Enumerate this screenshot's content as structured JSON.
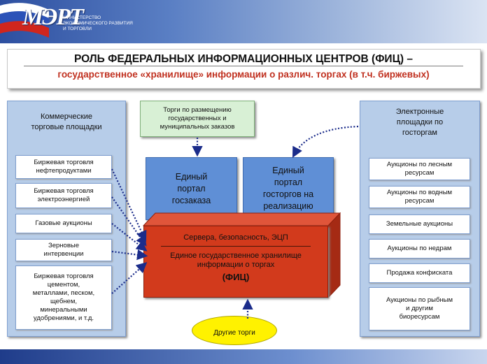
{
  "header": {
    "logo_text": "МЭРТ",
    "ministry_lines": [
      "МИНИСТЕРСТВО",
      "ЭКОНОМИЧЕСКОГО РАЗВИТИЯ",
      "И ТОРГОВЛИ"
    ]
  },
  "title": {
    "line1": "РОЛЬ ФЕДЕРАЛЬНЫХ ИНФОРМАЦИОННЫХ ЦЕНТРОВ (ФИЦ) –",
    "line2": "государственное «хранилище» информации о различ. торгах (в т.ч. биржевых)"
  },
  "left_panel": {
    "title": [
      "Коммерческие",
      "торговые площадки"
    ],
    "items": [
      [
        "Биржевая торговля",
        "нефтепродуктами"
      ],
      [
        "Биржевая торговля",
        "электроэнергией"
      ],
      [
        "Газовые аукционы"
      ],
      [
        "Зерновые",
        "интервенции"
      ],
      [
        "Биржевая торговля",
        "цементом,",
        "металлами, песком,",
        "щебнем,",
        "минеральными",
        "удобрениями, и т.д."
      ]
    ]
  },
  "right_panel": {
    "title": [
      "Электронные",
      "площадки по",
      "госторгам"
    ],
    "items": [
      [
        "Аукционы по лесным",
        "ресурсам"
      ],
      [
        "Аукционы по водным",
        "ресурсам"
      ],
      [
        "Земельные аукционы"
      ],
      [
        "Аукционы по недрам"
      ],
      [
        "Продажа конфиската"
      ],
      [
        "Аукционы по рыбным",
        "и другим",
        "биоресурсам"
      ]
    ]
  },
  "top_box": [
    "Торги по размещению",
    "государственных и",
    "муниципальных заказов"
  ],
  "portal_left": [
    "Единый",
    "портал",
    "госзаказа"
  ],
  "portal_right": [
    "Единый",
    "портал",
    "госторгов на",
    "реализацию"
  ],
  "center": {
    "servers": "Сервера, безопасность, ЭЦП",
    "storage": [
      "Единое государственное хранилище",
      "информации о торгах"
    ],
    "abbr": "(ФИЦ)"
  },
  "other": "Другие торги",
  "colors": {
    "accent_red": "#d23a1c",
    "panel_blue": "#b7cde9",
    "portal_blue": "#5f8fd6",
    "title_red": "#c0301f"
  }
}
